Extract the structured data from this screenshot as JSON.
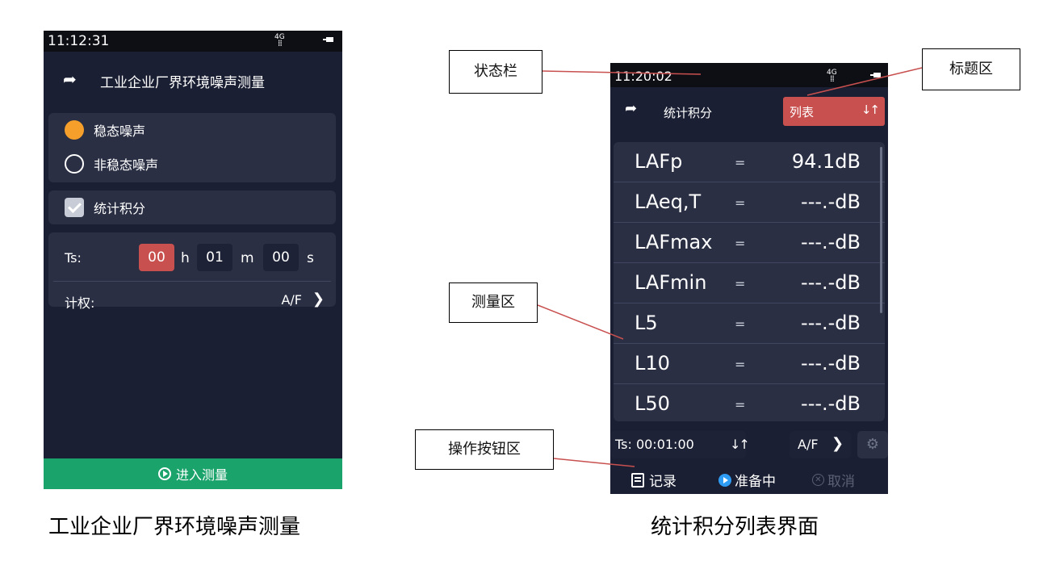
{
  "left_phone": {
    "status_time": "11:12:31",
    "network": "4G",
    "title": "工业企业厂界环境噪声测量",
    "noise_options": [
      "稳态噪声",
      "非稳态噪声"
    ],
    "selected_option": "稳态噪声",
    "stat_integration_label": "统计积分",
    "stat_integration_checked": true,
    "ts_label": "Ts:",
    "ts_hours": "00",
    "ts_hours_unit": "h",
    "ts_minutes": "01",
    "ts_minutes_unit": "m",
    "ts_seconds": "00",
    "ts_seconds_unit": "s",
    "weighting_label": "计权:",
    "weighting_value": "A/F",
    "start_button": "进入测量"
  },
  "right_phone": {
    "status_time": "11:20:02",
    "network": "4G",
    "title": "统计积分",
    "list_button": "列表",
    "measurements": [
      {
        "name": "LAFp",
        "eq": "=",
        "value": "94.1dB"
      },
      {
        "name": "LAeq,T",
        "eq": "=",
        "value": "---.-dB"
      },
      {
        "name": "LAFmax",
        "eq": "=",
        "value": "---.-dB"
      },
      {
        "name": "LAFmin",
        "eq": "=",
        "value": "---.-dB"
      },
      {
        "name": "L5",
        "eq": "=",
        "value": "---.-dB"
      },
      {
        "name": "L10",
        "eq": "=",
        "value": "---.-dB"
      },
      {
        "name": "L50",
        "eq": "=",
        "value": "---.-dB"
      }
    ],
    "ts_display": "Ts: 00:01:00",
    "weighting": "A/F",
    "record_label": "记录",
    "ready_label": "准备中",
    "cancel_label": "取消"
  },
  "callouts": {
    "status_bar": "状态栏",
    "title_area": "标题区",
    "measure_area": "测量区",
    "action_area": "操作按钮区"
  },
  "captions": {
    "left": "工业企业厂界环境噪声测量",
    "right": "统计积分列表界面"
  },
  "colors": {
    "accent_orange": "#f6a02b",
    "active_red": "#c8504f",
    "start_green": "#1aa36b",
    "ready_blue": "#2f9cf4",
    "panel_bg": "#1b1f33",
    "card_bg": "#2a2f44"
  }
}
